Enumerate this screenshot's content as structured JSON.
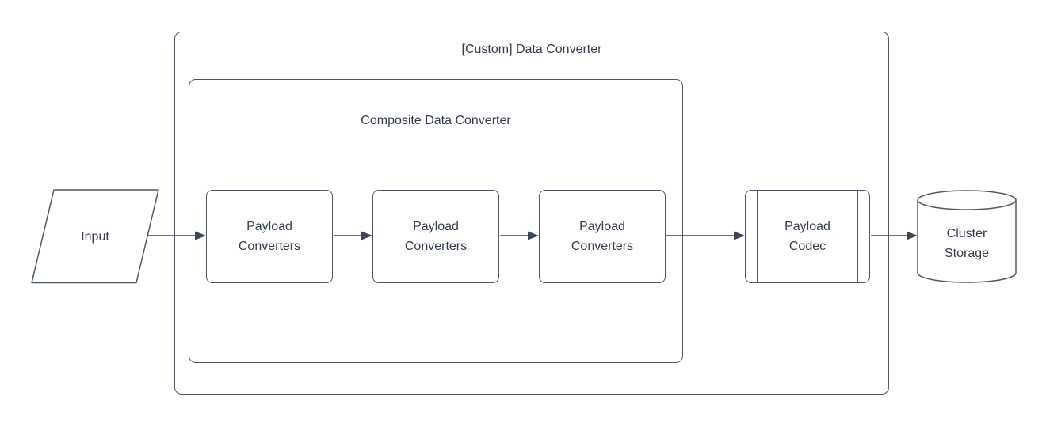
{
  "colors": {
    "background": "#ffffff",
    "shape_stroke": "#4e5863",
    "arrow": "#3d4754",
    "text": "#333d49"
  },
  "diagram": {
    "outer_container": {
      "label": "[Custom] Data Converter",
      "shape": "rounded-container"
    },
    "inner_container": {
      "label": "Composite Data Converter",
      "shape": "rounded-container"
    },
    "nodes": {
      "input": {
        "label": "Input",
        "shape": "parallelogram"
      },
      "payload_converter_1": {
        "label": "Payload\nConverters",
        "shape": "rounded-rect"
      },
      "payload_converter_2": {
        "label": "Payload\nConverters",
        "shape": "rounded-rect"
      },
      "payload_converter_3": {
        "label": "Payload\nConverters",
        "shape": "rounded-rect"
      },
      "payload_codec": {
        "label": "Payload\nCodec",
        "shape": "predefined-process"
      },
      "cluster_storage": {
        "label": "Cluster\nStorage",
        "shape": "cylinder"
      }
    },
    "edges": [
      {
        "from": "input",
        "to": "payload_converter_1",
        "style": "arrow"
      },
      {
        "from": "payload_converter_1",
        "to": "payload_converter_2",
        "style": "arrow"
      },
      {
        "from": "payload_converter_2",
        "to": "payload_converter_3",
        "style": "arrow"
      },
      {
        "from": "payload_converter_3",
        "to": "payload_codec",
        "style": "arrow"
      },
      {
        "from": "payload_codec",
        "to": "cluster_storage",
        "style": "arrow"
      }
    ]
  }
}
